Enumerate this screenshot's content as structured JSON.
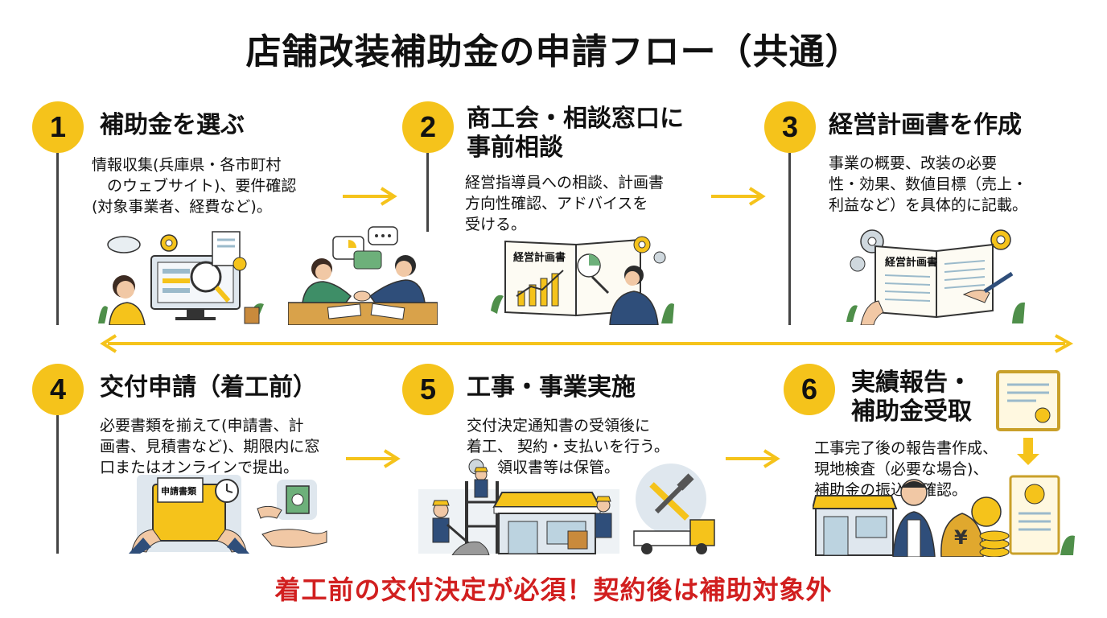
{
  "title": "店舗改装補助金の申請フロー（共通）",
  "steps": [
    {
      "number": "1",
      "title_lines": [
        "補助金を選ぶ"
      ],
      "desc_lines": [
        "情報収集(兵庫県・各市町村",
        "　のウェブサイト)、要件確認",
        "(対象事業者、経費など)。"
      ]
    },
    {
      "number": "2",
      "title_lines": [
        "商工会・相談窓口に",
        "事前相談"
      ],
      "desc_lines": [
        "経営指導員への相談、計画書",
        "方向性確認、アドバイスを",
        "受ける。"
      ]
    },
    {
      "number": "3",
      "title_lines": [
        "経営計画書を作成"
      ],
      "desc_lines": [
        "事業の概要、改装の必要",
        "性・効果、数値目標（売上・",
        "利益など）を具体的に記載。"
      ]
    },
    {
      "number": "4",
      "title_lines": [
        "交付申請（着工前）"
      ],
      "desc_lines": [
        "必要書類を揃えて(申請書、計",
        "画書、見積書など)、期限内に窓",
        "口またはオンラインで提出。"
      ]
    },
    {
      "number": "5",
      "title_lines": [
        "工事・事業実施"
      ],
      "desc_lines": [
        "交付決定通知書の受領後に",
        "着工、 契約・支払いを行う。",
        "　　領収書等は保管。"
      ]
    },
    {
      "number": "6",
      "title_lines": [
        "実績報告・",
        "補助金受取"
      ],
      "desc_lines": [
        "工事完了後の報告書作成、",
        "現地検査（必要な場合)、",
        "補助金の振込を確認。"
      ]
    }
  ],
  "illustrations": {
    "plan_book_label": "経営計画書",
    "plan_book_label_3": "経営計画書",
    "application_folder_label": "申請書類",
    "yen_symbol": "¥"
  },
  "warning": "着工前の交付決定が必須！契約後は補助対象外",
  "colors": {
    "accent_yellow": "#f5c31b",
    "warning_red": "#d11f1f"
  }
}
